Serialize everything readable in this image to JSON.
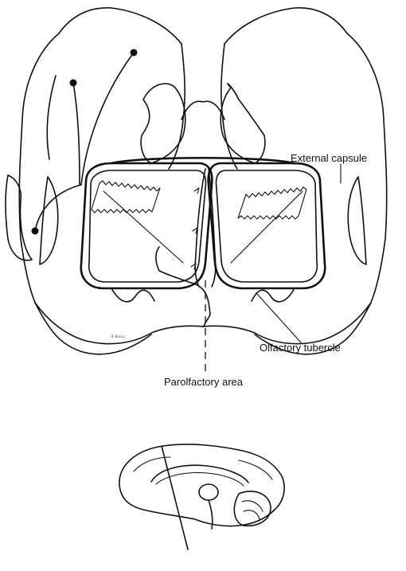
{
  "labels": {
    "external_capsule": "External capsule",
    "olfactory_tubercle": "Olfactory tubercle",
    "parolfactory_area": "Parolfactory area"
  },
  "signature": "B.Kocsy",
  "colors": {
    "ink": "#111111",
    "paper": "#ffffff"
  }
}
